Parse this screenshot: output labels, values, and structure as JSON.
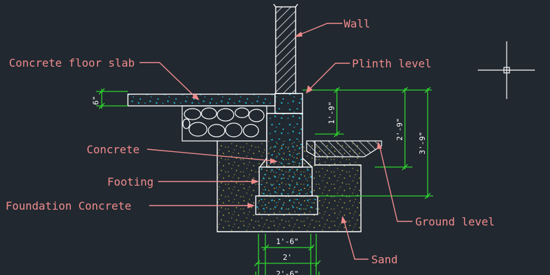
{
  "labels": {
    "wall": "Wall",
    "concrete_floor_slab": "Concrete floor slab",
    "plinth_level": "Plinth level",
    "concrete": "Concrete",
    "footing": "Footing",
    "foundation_concrete": "Foundation Concrete",
    "ground_level": "Ground level",
    "sand": "Sand"
  },
  "dimensions": {
    "slab_thickness": "6\"",
    "plinth_to_footing": "1'-9\"",
    "plinth_to_ground": "2'-9\"",
    "plinth_to_foundation": "3'-9\"",
    "footing_width": "1'-6\"",
    "foundation_width": "2'",
    "overall_width": "2'-6\""
  },
  "colors": {
    "background": "#212830",
    "label": "#f08c8c",
    "dimension_line": "#2fd42f",
    "outline": "#ffffff",
    "concrete_speckle": "#1ec8e6",
    "sand_speckle": "#e6d23c"
  }
}
